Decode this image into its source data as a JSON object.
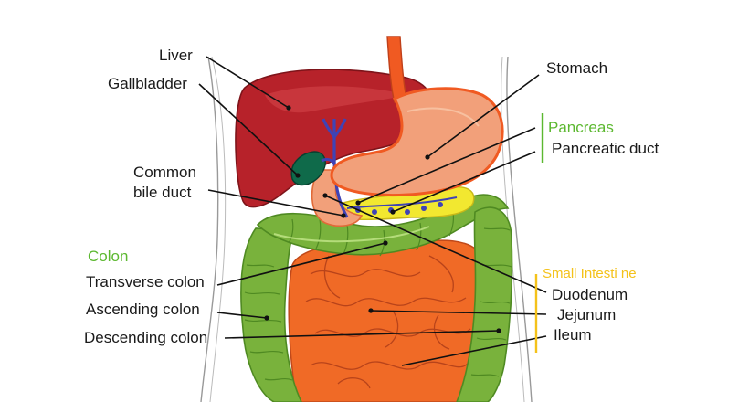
{
  "labels": {
    "liver": "Liver",
    "gallbladder": "Gallbladder",
    "common_bile_duct_1": "Common",
    "common_bile_duct_2": "bile duct",
    "stomach": "Stomach",
    "pancreatic_duct": "Pancreatic duct",
    "transverse_colon": "Transverse colon",
    "ascending_colon": "Ascending colon",
    "descending_colon": "Descending colon",
    "duodenum": "Duodenum",
    "jejunum": "Jejunum",
    "ileum": "Ileum"
  },
  "groups": {
    "pancreas": "Pancreas",
    "colon": "Colon",
    "small_intestine": "Small Intesti ne"
  },
  "colors": {
    "liver": "#b7222a",
    "liver_highlight": "#d3444a",
    "stomach": "#f2a07a",
    "esophagus": "#f05a22",
    "colon": "#79b23c",
    "colon_dark": "#4f8a22",
    "small_intestine": "#f06a26",
    "pancreas": "#f2e830",
    "bile_duct": "#3f43b5",
    "gallbladder": "#0f6a4a",
    "pancreas_label": "#5cb830",
    "small_intestine_label": "#f4c21a"
  }
}
